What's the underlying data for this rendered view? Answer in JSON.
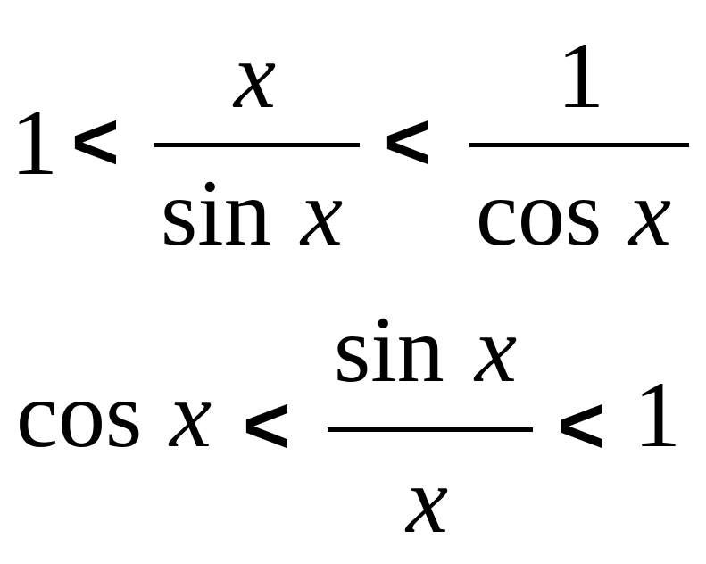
{
  "line1": {
    "left": "1",
    "lt1": "<",
    "frac1": {
      "numerator": "x",
      "denominator_func": "sin",
      "denominator_var": "x"
    },
    "lt2": "<",
    "frac2": {
      "numerator": "1",
      "denominator_func": "cos",
      "denominator_var": "x"
    }
  },
  "line2": {
    "left_func": "cos",
    "left_var": "x",
    "lt1": "<",
    "frac": {
      "numerator_func": "sin",
      "numerator_var": "x",
      "denominator": "x"
    },
    "lt2": "<",
    "right": "1"
  }
}
